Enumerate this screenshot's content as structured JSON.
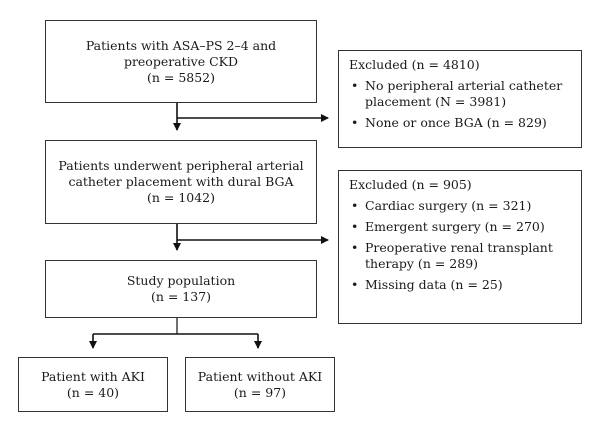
{
  "boxes": {
    "patients": {
      "lines": [
        "Patients with ASA–PS 2–4 and",
        "preoperative CKD",
        "(n = 5852)"
      ]
    },
    "underwent": {
      "lines": [
        "Patients underwent peripheral arterial",
        "catheter placement with dural BGA",
        "(n = 1042)"
      ]
    },
    "study": {
      "lines": [
        "Study population",
        "(n = 137)"
      ]
    },
    "aki": {
      "lines": [
        "Patient with AKI",
        "(n = 40)"
      ]
    },
    "no_aki": {
      "lines": [
        "Patient without AKI",
        "(n = 97)"
      ]
    }
  },
  "excluded_1": {
    "title": "Excluded (n = 4810)",
    "items": [
      {
        "lines": [
          "No peripheral arterial catheter",
          "placement (N = 3981)"
        ]
      },
      {
        "lines": [
          "None or once BGA (n = 829)"
        ]
      }
    ]
  },
  "excluded_2": {
    "title": "Excluded (n = 905)",
    "items": [
      {
        "lines": [
          "Cardiac surgery (n = 321)"
        ]
      },
      {
        "lines": [
          "Emergent surgery (n = 270)"
        ]
      },
      {
        "lines": [
          "Preoperative renal transplant",
          "therapy (n = 289)"
        ]
      },
      {
        "lines": [
          "Missing data (n = 25)"
        ]
      }
    ]
  }
}
